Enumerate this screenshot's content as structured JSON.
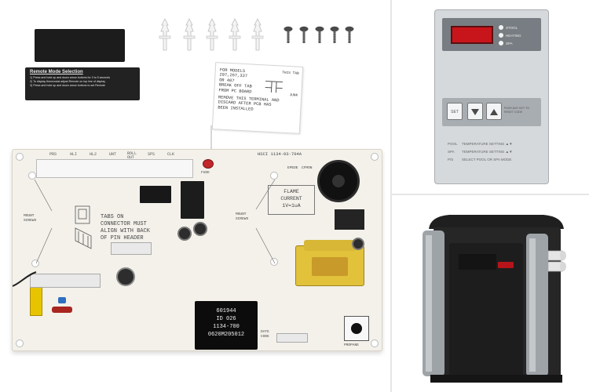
{
  "colors": {
    "background": "#ffffff",
    "pcb": "#f3f1ea",
    "chip": "#0c0c0c",
    "led_display": "#c8151b",
    "control_panel": "#d6d9dc",
    "heater_body": "#262626",
    "heater_side": "#9ea3a8",
    "logo_red": "#b5141a",
    "capacitor_yellow": "#e8c400"
  },
  "icons": [
    "standoff-icon",
    "screw-icon",
    "arrow-down-icon",
    "arrow-up-icon",
    "brand-logo-icon"
  ],
  "instruction_card": {
    "title": "Remote Mode Selection",
    "lines": [
      "1) Press and hold up and down arrow buttons for 3 to 5 seconds",
      "2) To display thermostat adjust Remote on top line of display",
      "3) Press and hold up and down arrow buttons to set Remote"
    ]
  },
  "warning_tag": {
    "lines": [
      "FOR MODELS",
      "207,267,337",
      "OR 407",
      "BREAK OFF TAB",
      "FROM PC BOARD",
      "REMOVE THIS TERMINAL AND",
      "DISCARD AFTER PCB HAS",
      "BEEN INSTALLED"
    ],
    "side_top": "THIS TAB",
    "side_bottom": "JUNK"
  },
  "pcb": {
    "part_label": "HSCI 1134-03-704A",
    "header_labels": [
      "PRS",
      "HLI",
      "HL2",
      "UNT",
      "ROLL OUT",
      "SPS",
      "CLK"
    ],
    "fuse_label": "FUSE",
    "tabs_note": [
      "TABS ON",
      "CONNECTOR MUST",
      "ALIGN WITH BACK",
      "OF PIN HEADER"
    ],
    "mount_left": "MOUNT SCREWS",
    "mount_right": "MOUNT SCREWS",
    "flame_box": [
      "FLAME",
      "CURRENT",
      "1V=1uA"
    ],
    "flame_pins": [
      "EPEDE",
      "CFMON"
    ],
    "chip_lines": [
      "601944",
      "ID 026",
      "1134-700",
      "0620M205012"
    ],
    "propane_label": "PROPANE",
    "date_code": "DATE CODE"
  },
  "control_panel": {
    "modes": [
      "STOOL",
      "HEATING",
      "SPA"
    ],
    "set_button": "SET",
    "hint": "PUSH ANY KEY TO RESET CODE",
    "key_lines": [
      {
        "key": "POOL",
        "text": "TEMPERATURE SETTING"
      },
      {
        "key": "SPA",
        "text": "TEMPERATURE SETTING"
      },
      {
        "key": "P/S",
        "text": "SELECT POOL OR SPA MODE"
      }
    ]
  }
}
